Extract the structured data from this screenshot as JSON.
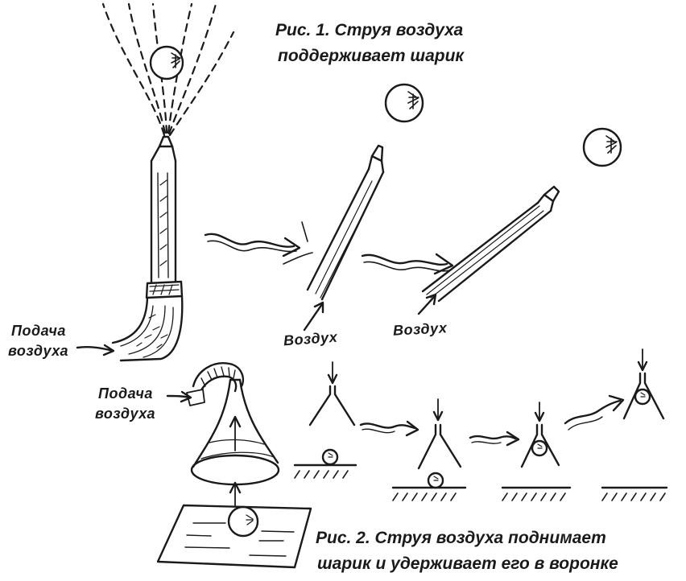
{
  "fig1": {
    "caption_line1": "Рис. 1. Струя воздуха",
    "caption_line2": "поддерживает шарик",
    "supply_line1": "Подача",
    "supply_line2": "воздуха",
    "air_label_1": "Воздух",
    "air_label_2": "Воздух"
  },
  "fig2": {
    "supply_line1": "Подача",
    "supply_line2": "воздуха",
    "caption_line1": "Рис. 2. Струя воздуха поднимает",
    "caption_line2": "шарик и удерживает его в воронке"
  },
  "colors": {
    "ink": "#1a1a1a",
    "paper": "#ffffff"
  }
}
